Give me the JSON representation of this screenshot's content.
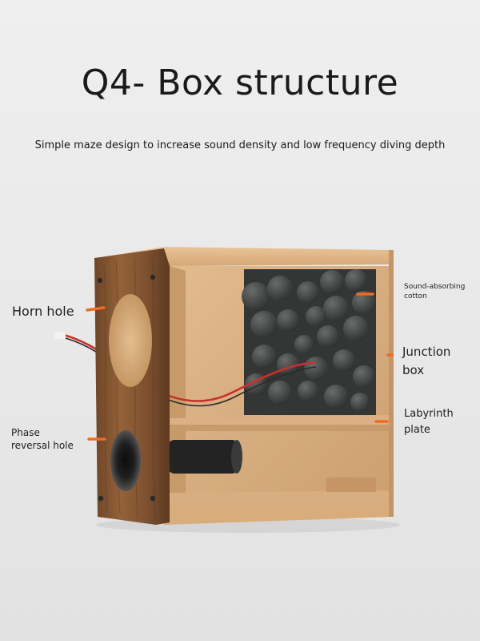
{
  "title": "Q4- Box structure",
  "subtitle": "Simple maze design to increase sound density and low frequency diving depth",
  "labels": {
    "horn_hole": "Horn hole",
    "phase_line1": "Phase",
    "phase_line2": "reversal hole",
    "cotton_line1": "Sound-absorbing",
    "cotton_line2": "cotton",
    "junction_line1": "Junction",
    "junction_line2": "box",
    "labyrinth_line1": "Labyrinth",
    "labyrinth_line2": "plate"
  },
  "colors": {
    "marker": "#f06a24",
    "walnut": "#8a5a33",
    "mdf": "#d9ae80",
    "foam": "#3a3c3c",
    "wire_red": "#c9302c"
  }
}
